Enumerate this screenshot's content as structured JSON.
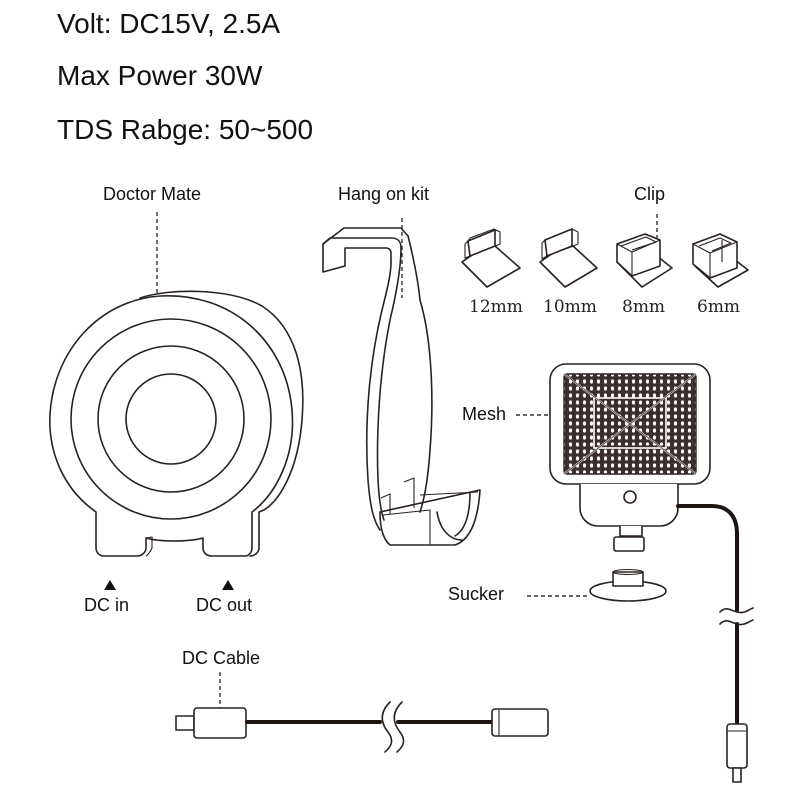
{
  "specs": {
    "voltage": "Volt: DC15V, 2.5A",
    "max_power": "Max Power 30W",
    "tds_range": "TDS Rabge: 50~500"
  },
  "parts": {
    "doctor_mate": "Doctor Mate",
    "hang_on_kit": "Hang on kit",
    "clip": "Clip",
    "mesh": "Mesh",
    "sucker": "Sucker",
    "dc_cable": "DC Cable"
  },
  "ports": {
    "dc_in": "DC in",
    "dc_out": "DC out"
  },
  "clip_sizes": [
    "12mm",
    "10mm",
    "8mm",
    "6mm"
  ],
  "colors": {
    "line": "#2a2220",
    "cable": "#1e1513",
    "text": "#111111",
    "background": "#ffffff"
  }
}
